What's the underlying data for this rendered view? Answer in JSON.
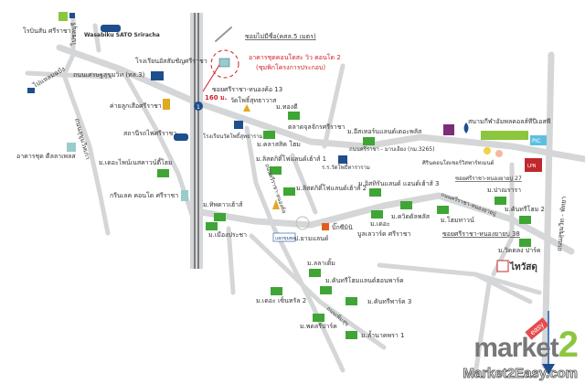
{
  "labels": {
    "robinson": "โรบินสัน ศรีราชา",
    "wasabiku": "Wasabiku SATO Sriracha",
    "to_chonburi": "ไปชลบุรี",
    "to_laem_chabang": "ไปแหลมฉบัง",
    "sukhumvit_road": "ถนนเศรษฐสุขุมวิท (ทล.3)",
    "assumption_school": "โรงเรียนอัสสัมชัญศรีราชา",
    "scout_camp": "ค่ายลูกเสือศรีราชา",
    "sriracha_station": "สถานีรถไฟศรีราชา",
    "dee_lla_place": "อาคารชุด ดีลลาเพลส",
    "old_sukhumvit": "ถนนสุขุมวิทเก่า",
    "pines_county": "ม.เดอะไพน์เนสคาวน์ตี้โฮม",
    "green_lake": "กรีนเลค คอนโด ศรีราชา",
    "unnamed_soi": "ซอยไม่มีชื่อ(คสล.5 เมตร)",
    "property_name": "อาคารชุดคอนโดสะ วิว คอนโด 2",
    "property_sub": "(ชุมพิกโครงการประกอบ)",
    "soi_nongkho_13": "ซอยศรีราชา-หนองค้อ 13",
    "distance": "160 ม.",
    "wat_pho_temple": "วัดโพธิ์สุทธาวาส",
    "m_thongdee": "ม.ทองดี",
    "market": "ตลาดจุลจักรศรีราชา",
    "wat_pho_school": "โรงเรียนวัดโพธิ์สุทธาราม",
    "m_classic_home": "ม.คลาสสิค โฮม",
    "m_eastern_land": "ม.อีสเทอร์นแลนด์เดอะพลัส",
    "road_mab_iang": "ถนนศรีราชา - มาบเอียง (กม.3265)",
    "school_2": "ร.ร.วัดโพธิ์ทาราราม",
    "m_land_house_1": "ม.ลิสตกิติ์โฟแลนด์เฮ้าส์ 1",
    "m_land_house_2": "ม.ลิสตกิติ์โฟแลนด์เฮ้าส์ 2",
    "m_land_house_3": "ม.อิสทิรันแลนด์ แอนด์เฮ้าส์ 3",
    "golf": "สนามกีฬาอัมพลคอลส์ทีปีเอสพี",
    "service_apartment": "ศิรินคอนโดเซอร์วิสพาร์ทเมนต์",
    "soi_27": "ซอยศรีราชา-หนองยายบู่ 27",
    "m_panara": "ม.ปาณรารา",
    "road_nongyaibu": "ถนนศรีราชา-หนองยายบู่",
    "m_country_home_2": "ม.คันทรีโฮม 2",
    "soi_38": "ซอยศรีราชา-หนองยายบู่ 38",
    "m_vitlong_park": "ม.วิดตลง ปาร์ค",
    "thaiwatsadu": "ไทวัสดุ",
    "road_sukhumvit_pattaya": "ถนนสุขุมวิท - พัทยา",
    "m_tipdao": "ม.ทิพดาวเฮ้าส์",
    "m_muang_pracha": "ม.เมืองประชา",
    "big_c_mini": "บิ๊กซีมินิ",
    "pt_land": "ป.ยามแลนด์",
    "junction": "แยกชุมพล",
    "m_boulevard_1": "ม.เดอะ",
    "m_boulevard_2": "บูลเลวาร์ด ศรีราชา",
    "m_quality_plus": "ม.ควิดดัลพลัส",
    "m_hometown": "ม.โฮมทาวน์",
    "m_lalatem": "ม.ลลาเติ้ม",
    "m_country_homeland": "ม.คันทรีโฮมแลนด์ฮอนพาร์ค",
    "m_central_2": "ม.เดอะ เซ็นทรัล 2",
    "m_country_park_3": "ม.คันทรีพาร์ค 3",
    "m_pdl_park": "ม.พดลรีปาร์ค",
    "m_lamnak_1": "ม.ล้ำนาคพรา 1",
    "road_phoemsuk": "ถนนเพิ่มสุข",
    "road_nongkho": "ถนนศรีราชา-หนองค้อ",
    "route_number": "1",
    "lpn_sign": "LPN",
    "pic_sign": "PIC"
  },
  "logo": {
    "brand": "market",
    "two": "2",
    "tag": "easy",
    "url": "Market2Easy.com"
  },
  "colors": {
    "road": "#d4d6d8",
    "highlight": "#d0202a",
    "house": "#3fa535",
    "icon_blue": "#1f4e8c"
  }
}
